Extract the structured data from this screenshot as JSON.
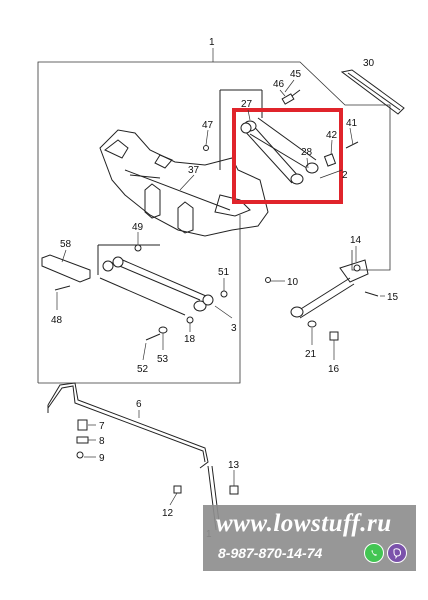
{
  "labels": {
    "p1": "1",
    "p2": "2",
    "p3": "3",
    "p6": "6",
    "p7": "7",
    "p8": "8",
    "p9": "9",
    "p10": "10",
    "p12": "12",
    "p13": "13",
    "p14": "14",
    "p15": "15",
    "p16": "16",
    "p18": "18",
    "p21": "21",
    "p27": "27",
    "p28": "28",
    "p30": "30",
    "p37": "37",
    "p41": "41",
    "p42": "42",
    "p45": "45",
    "p46": "46",
    "p47": "47",
    "p48": "48",
    "p49": "49",
    "p51": "51",
    "p52": "52",
    "p53": "53",
    "p58": "58",
    "p1b": "1"
  },
  "highlight": {
    "color": "#e0242b"
  },
  "watermark": {
    "url": "www.lowstuff.ru",
    "phone": "8-987-870-14-74",
    "whatsapp_icon": "whatsapp-icon",
    "viber_icon": "viber-icon"
  }
}
